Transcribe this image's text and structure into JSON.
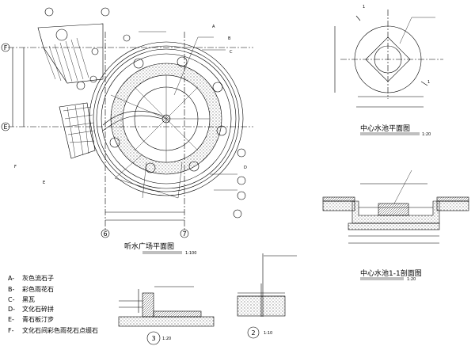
{
  "plan": {
    "title": "听水广场平面图",
    "scale": "1:100",
    "grid_labels": [
      "F",
      "E",
      "6",
      "7"
    ],
    "callouts": [
      "A",
      "B",
      "C",
      "D",
      "E",
      "F"
    ]
  },
  "pool_plan": {
    "title": "中心水池平面图",
    "scale": "1:20",
    "section_mark": "1"
  },
  "pool_section": {
    "title": "中心水池1-1剖面图",
    "scale": "1:20"
  },
  "detail3": {
    "number": "3",
    "scale": "1:20"
  },
  "detail2": {
    "number": "2",
    "scale": "1:10"
  },
  "legend": [
    {
      "key": "A-",
      "text": "灰色流石子"
    },
    {
      "key": "B-",
      "text": "彩色雨花石"
    },
    {
      "key": "C-",
      "text": "黑瓦"
    },
    {
      "key": "D-",
      "text": "文化石碎拼"
    },
    {
      "key": "E-",
      "text": "青石板汀步"
    },
    {
      "key": "F-",
      "text": "文化石间彩色雨花石点缀石"
    }
  ]
}
